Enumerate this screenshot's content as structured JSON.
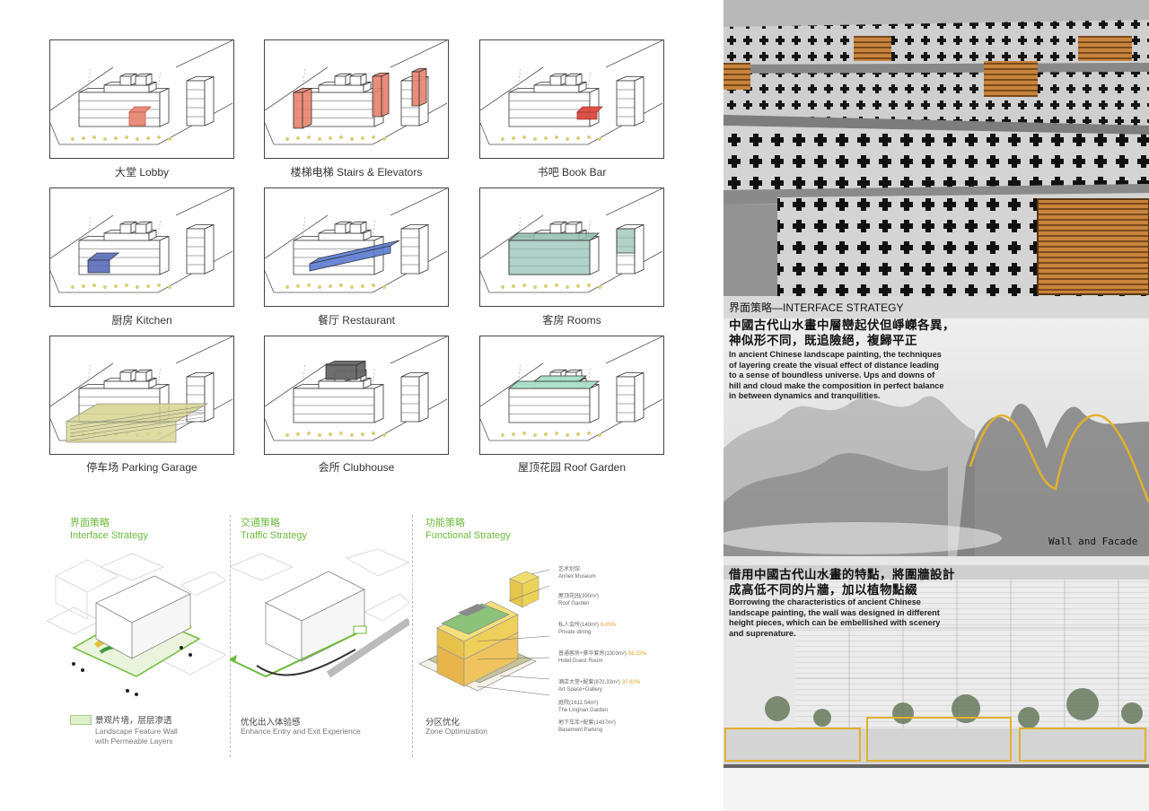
{
  "diagrams": [
    {
      "caption": "大堂 Lobby",
      "highlight": "lobby",
      "color": "#e8826e"
    },
    {
      "caption": "楼梯电梯 Stairs & Elevators",
      "highlight": "stairs",
      "color": "#e8826e"
    },
    {
      "caption": "书吧 Book Bar",
      "highlight": "bookbar",
      "color": "#d94a3e"
    },
    {
      "caption": "厨房 Kitchen",
      "highlight": "kitchen",
      "color": "#5a6bb8"
    },
    {
      "caption": "餐厅 Restaurant",
      "highlight": "restaurant",
      "color": "#5a7bd1"
    },
    {
      "caption": "客房  Rooms",
      "highlight": "rooms",
      "color": "#8fbfb0"
    },
    {
      "caption": "停车场 Parking Garage",
      "highlight": "parking",
      "color": "#d6d48e"
    },
    {
      "caption": "会所 Clubhouse",
      "highlight": "clubhouse",
      "color": "#666666"
    },
    {
      "caption": "屋顶花园 Roof Garden",
      "highlight": "roof",
      "color": "#a8dfc8"
    }
  ],
  "strategies": {
    "interface": {
      "cn": "界面策略",
      "en": "Interface Strategy",
      "note_cn": "景观片墙，层层渗透",
      "note_en1": "Landscape Feature Wall",
      "note_en2": "with Permeable Layers"
    },
    "traffic": {
      "cn": "交通策略",
      "en": "Traffic Strategy",
      "note_cn": "优化出入体验感",
      "note_en": "Enhance Entry and Exit Experience"
    },
    "functional": {
      "cn": "功能策略",
      "en": "Functional Strategy",
      "note_cn": "分区优化",
      "note_en": "Zone Optimization"
    }
  },
  "zones": [
    {
      "cn": "艺术别馆",
      "en": "Annex Museum",
      "pct": ""
    },
    {
      "cn": "屋顶花园(390m²)",
      "en": "Roof Garden",
      "pct": ""
    },
    {
      "cn": "私人会所(140m²)",
      "en": "Private dining",
      "pct": "6.05%"
    },
    {
      "cn": "普通客房+豪华套房(1303m²)",
      "en": "Hotel Guest Room",
      "pct": "56.33%"
    },
    {
      "cn": "酒店大堂+配套(870.33m²)",
      "en": "Art Space+Gallery",
      "pct": "37.62%"
    },
    {
      "cn": "庭院(1611.54m²)",
      "en": "The Lingnan Garden",
      "pct": ""
    },
    {
      "cn": "地下车库+配套(1437m²)",
      "en": "Basement Parking",
      "pct": ""
    }
  ],
  "right": {
    "title": "界面策略—INTERFACE STRATEGY",
    "cn1": "中國古代山水畫中層巒起伏但崢嶸各異，神似形不同，既追險絕，複歸平正",
    "en1": "In ancient Chinese landscape painting, the techniques of layering create the visual effect of distance leading to a sense of boundless universe. Ups and downs of hill and cloud make the composition in perfect balance in between dynamics and tranquilities.",
    "wall_label": "Wall and Facade",
    "cn2": "借用中國古代山水畫的特點，將圍牆設計成高低不同的片牆，加以植物點綴",
    "en2": "Borrowing the characteristics of ancient Chinese landscape painting, the wall was designed in different height pieces, which can be embellished with scenery and suprenature."
  },
  "colors": {
    "strategy_green": "#6dbb3c",
    "accent_orange": "#e2a12c",
    "wood": "#c8843c"
  }
}
